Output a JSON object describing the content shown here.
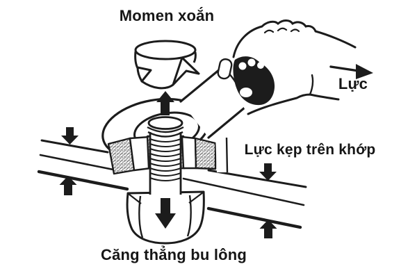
{
  "diagram": {
    "background": "#ffffff",
    "ink_color": "#1c1c1c",
    "labels": {
      "torque": "Momen xoắn",
      "force": "Lực",
      "clamp": "Lực kẹp trên khớp",
      "tension": "Căng thẳng bu lông"
    },
    "arrows": {
      "torque_rotation": "counterclockwise",
      "wrench_lift": "up",
      "force_direction": "right",
      "clamp_left_top": "down",
      "clamp_left_bottom": "up",
      "clamp_right_top": "down",
      "clamp_right_bottom": "up",
      "bolt_tension": "down"
    }
  }
}
